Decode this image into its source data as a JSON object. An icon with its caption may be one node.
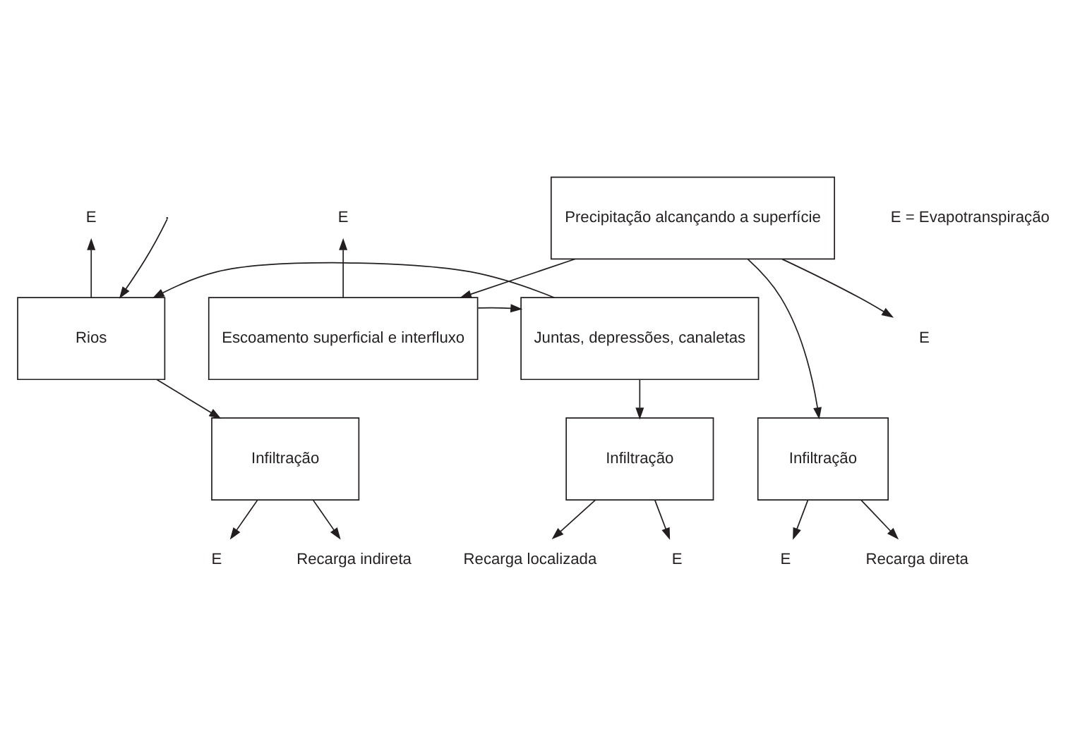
{
  "diagram": {
    "nodes": [
      {
        "text": [
          "Precipitação alcançando a superfície"
        ]
      },
      {
        "text": [
          "E"
        ]
      },
      {
        "text": [
          "E"
        ]
      },
      {
        "text": [
          "Rios"
        ]
      },
      {
        "text": [
          "Juntas, depressões, canaletas"
        ]
      },
      {
        "text": [
          "Escoamento superficial e interfluxo"
        ]
      },
      {
        "text": [
          "E"
        ]
      },
      {
        "text": [
          "Infiltração"
        ]
      },
      {
        "text": [
          "Infiltração"
        ]
      },
      {
        "text": [
          "Infiltração"
        ]
      },
      {
        "text": [
          "E"
        ]
      },
      {
        "text": [
          "E"
        ]
      },
      {
        "text": [
          "E"
        ]
      },
      {
        "text": [
          "Recarga indireta"
        ]
      },
      {
        "text": [
          "Recarga localizada"
        ]
      },
      {
        "text": [
          "Recarga direta"
        ]
      }
    ],
    "edges": [
      {
        "from": null,
        "to": 3,
        "arrow": "to"
      },
      {
        "from": 3,
        "to": 1,
        "arrow": "to"
      },
      {
        "from": 5,
        "to": 2,
        "arrow": "to"
      },
      {
        "from": 0,
        "to": 5,
        "arrow": "to"
      },
      {
        "from": 0,
        "to": 6,
        "arrow": "to"
      },
      {
        "from": 0,
        "to": 9,
        "arrow": "to"
      },
      {
        "from": 5,
        "to": 4,
        "arrow": "to"
      },
      {
        "from": 4,
        "to": 3,
        "arrow": "to"
      },
      {
        "from": 3,
        "to": 7,
        "arrow": "to"
      },
      {
        "from": 4,
        "to": 8,
        "arrow": "to"
      },
      {
        "from": 7,
        "to": 13,
        "arrow": "to"
      },
      {
        "from": 7,
        "to": 10,
        "arrow": "to"
      },
      {
        "from": 8,
        "to": 14,
        "arrow": "to"
      },
      {
        "from": 8,
        "to": 11,
        "arrow": "to"
      },
      {
        "from": 9,
        "to": 15,
        "arrow": "to"
      },
      {
        "from": 9,
        "to": 12,
        "arrow": "to"
      }
    ],
    "labels": [
      "E = Evapotranspiração"
    ]
  }
}
